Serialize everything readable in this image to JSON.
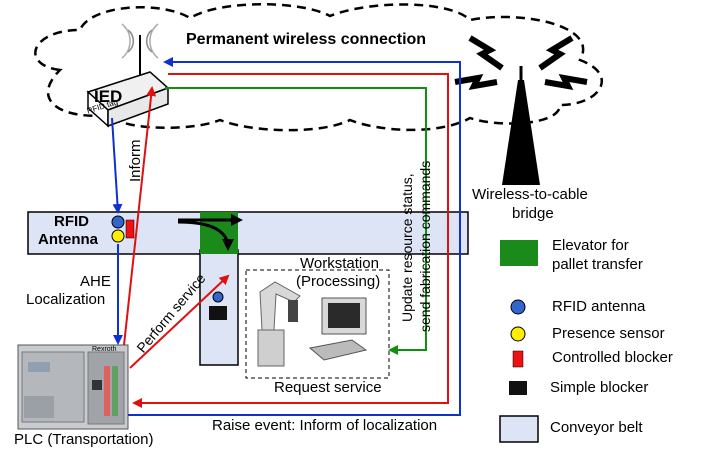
{
  "cloud": {
    "title": "Permanent wireless connection"
  },
  "devices": {
    "ied_label": "IED",
    "rfid_tag": "RFID tag",
    "rfid_antenna_label_line1": "RFID",
    "rfid_antenna_label_line2": "Antenna",
    "plc_label": "PLC (Transportation)",
    "plc_brand": "Rexroth",
    "bridge_line1": "Wireless-to-cable",
    "bridge_line2": "bridge",
    "workstation_line1": "Workstation",
    "workstation_line2": "(Processing)"
  },
  "arrows": {
    "inform": "Inform",
    "ahe_line1": "AHE",
    "ahe_line2": "Localization",
    "perform_service": "Perform service",
    "update_line1": "Update resource status,",
    "update_line2": "send fabrication commands",
    "request_service": "Request service",
    "raise_event": "Raise event: Inform of localization"
  },
  "legend": [
    {
      "icon": "elevator-swatch",
      "line1": "Elevator for",
      "line2": "pallet transfer",
      "color": "#1a8a1a"
    },
    {
      "icon": "rfid-antenna-dot",
      "line1": "RFID antenna",
      "color": "#3366cc"
    },
    {
      "icon": "presence-sensor-dot",
      "line1": "Presence sensor",
      "color": "#ffee00"
    },
    {
      "icon": "controlled-blocker-swatch",
      "line1": "Controlled blocker",
      "color": "#ee1111"
    },
    {
      "icon": "simple-blocker-swatch",
      "line1": "Simple blocker",
      "color": "#111111"
    },
    {
      "icon": "conveyor-belt-swatch",
      "line1": "Conveyor belt",
      "color": "#dde4f5"
    }
  ],
  "colors": {
    "blue": "#1030d0",
    "red": "#e01010",
    "green": "#109010",
    "conveyor": "#dde4f5"
  }
}
